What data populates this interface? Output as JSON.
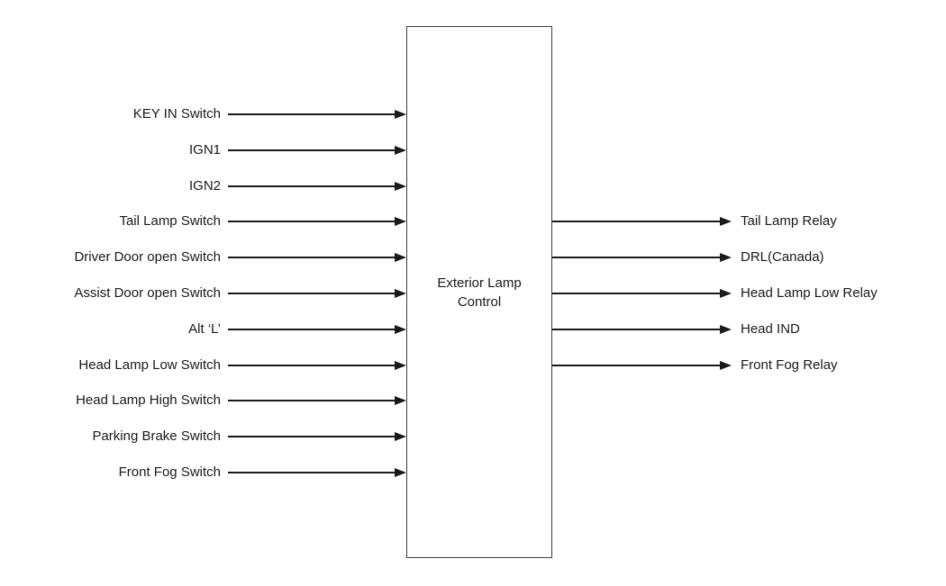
{
  "diagram": {
    "block_label": "Exterior Lamp Control",
    "inputs": [
      "KEY IN Switch",
      "IGN1",
      "IGN2",
      "Tail Lamp Switch",
      "Driver Door open Switch",
      "Assist Door open Switch",
      "Alt ‘L’",
      "Head Lamp Low Switch",
      "Head Lamp High Switch",
      "Parking Brake Switch",
      "Front Fog Switch"
    ],
    "outputs": [
      "Tail Lamp Relay",
      "DRL(Canada)",
      "Head Lamp Low Relay",
      "Head IND",
      "Front Fog Relay"
    ],
    "colors": {
      "line": "#1a1a1a",
      "text": "#1a1a1a",
      "box_border": "#3d3d3d",
      "background": "#ffffff"
    }
  }
}
